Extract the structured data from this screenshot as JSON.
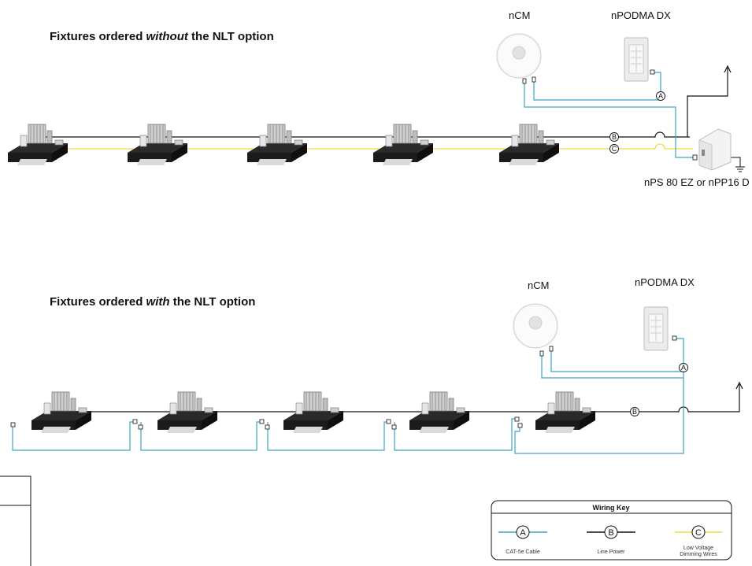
{
  "section_top": {
    "title_pre": "Fixtures ordered ",
    "title_em": "without",
    "title_post": " the NLT option",
    "ncm_label": "nCM",
    "npodma_label": "nPODMA DX",
    "power_pack_label": "nPS 80 EZ or nPP16 D",
    "markers": [
      "A",
      "B",
      "C"
    ]
  },
  "section_bottom": {
    "title_pre": "Fixtures ordered ",
    "title_em": "with",
    "title_post": " the NLT option",
    "ncm_label": "nCM",
    "npodma_label": "nPODMA DX",
    "markers": [
      "A",
      "B"
    ]
  },
  "wiring_key": {
    "title": "Wiring Key",
    "items": [
      {
        "letter": "A",
        "label": "CAT-5e Cable",
        "color": "#3ba6c2"
      },
      {
        "letter": "B",
        "label": "Line Power",
        "color": "#111111"
      },
      {
        "letter": "C",
        "label_line1": "Low Voltage",
        "label_line2": "Dimming Wires",
        "color": "#f2dc3c"
      }
    ]
  },
  "colors": {
    "cat5e": "#3ba6c2",
    "line_power": "#111111",
    "dimming": "#f2dc3c"
  }
}
